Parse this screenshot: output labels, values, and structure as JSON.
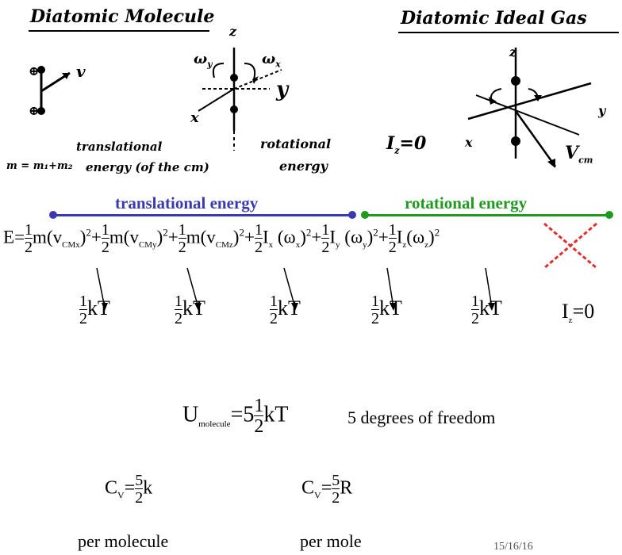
{
  "headings": {
    "left": "Diatomic Molecule",
    "right": "Diatomic Ideal Gas"
  },
  "sketch": {
    "left_labels": {
      "atom_top": "⊕",
      "atom_bottom": "⊕",
      "velocity": "v",
      "z": "z",
      "y": "y",
      "x": "x",
      "omega_y": "ω",
      "omega_x": "ω",
      "translational": "translational",
      "mass_note": "m = m₁+m₂",
      "energy_cm": "energy (of the cm)",
      "rotational": "rotational",
      "energy": "energy"
    },
    "right_labels": {
      "z": "z",
      "x": "x",
      "y": "y",
      "iz_zero": "I",
      "iz_sub": "z",
      "iz_eq": "=0",
      "vcm": "V",
      "vcm_sub": "cm"
    }
  },
  "bands": {
    "translational": "translational energy",
    "rotational": "rotational energy",
    "colors": {
      "translational": "#3a3ab0",
      "rotational": "#1f9a1f"
    }
  },
  "equation": {
    "E": "E",
    "eq": "=",
    "half_num": "1",
    "half_den": "2",
    "m": "m",
    "v": "v",
    "cmx": "CMx",
    "cmy": "CMy",
    "cmz": "CMz",
    "sq": "2",
    "plus": "+",
    "I": "I",
    "x": "x",
    "y": "y",
    "z": "z",
    "omega": "ω"
  },
  "terms": {
    "kT": "kT",
    "iz": "I",
    "iz_sub": "z",
    "iz_eq": "=0"
  },
  "total": {
    "U": "U",
    "sub": "molecule",
    "eq": "=5",
    "num": "1",
    "den": "2",
    "kT": "kT",
    "dof": "5 degrees of freedom"
  },
  "heat": {
    "cv_molecule": {
      "C": "C",
      "sub": "V",
      "eq": "=",
      "num": "5",
      "den": "2",
      "unit": "k",
      "caption": "per molecule"
    },
    "cv_mole": {
      "C": "C",
      "sub": "V",
      "eq": "=",
      "num": "5",
      "den": "2",
      "unit": "R",
      "caption": "per mole"
    }
  },
  "footer_note": "15/16/16"
}
